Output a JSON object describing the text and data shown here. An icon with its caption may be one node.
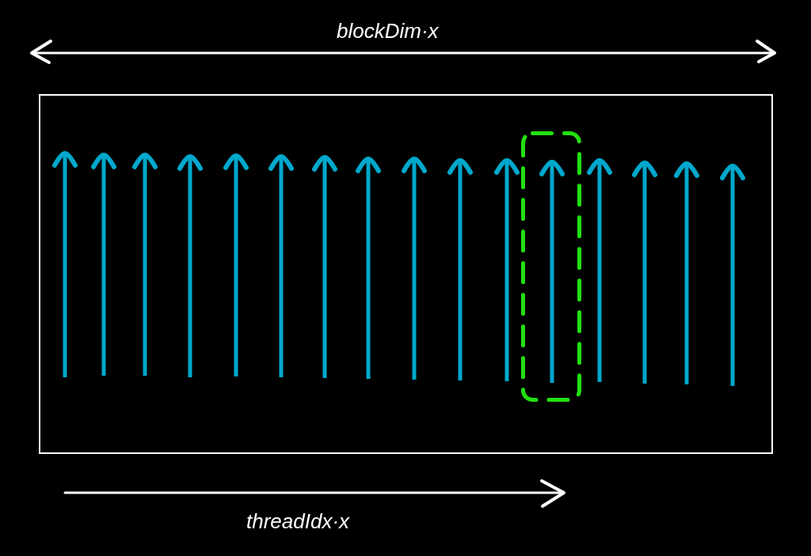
{
  "diagram": {
    "nodes": [
      {
        "text": [],
        "shape": "box"
      },
      {
        "text": [],
        "shape": "box",
        "in": 0
      }
    ],
    "labels": [
      "blockDim·x",
      "threadIdx·x"
    ]
  }
}
